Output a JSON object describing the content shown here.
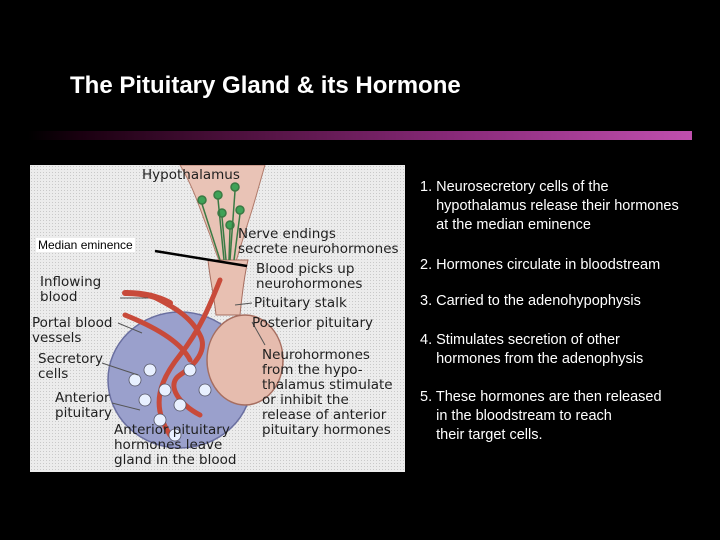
{
  "title": "The Pituitary Gland & its Hormone",
  "diagram": {
    "labels": {
      "hypothalamus": "Hypothalamus",
      "nerve_endings": "Nerve endings\nsecrete neurohormones",
      "blood_picks_up": "Blood picks up\nneurohormones",
      "inflowing_blood": "Inflowing\nblood",
      "pituitary_stalk": "Pituitary stalk",
      "portal_blood_vessels": "Portal blood\nvessels",
      "posterior_pituitary": "Posterior pituitary",
      "secretory_cells": "Secretory\ncells",
      "neurohormones_note": "Neurohormones\nfrom the hypo-\nthalamus stimulate\nor inhibit the\nrelease of anterior\npituitary hormones",
      "anterior_pituitary": "Anterior\npituitary",
      "anterior_hormones_leave": "Anterior pituitary\nhormones leave\ngland in the blood"
    },
    "median_eminence": "Median eminence"
  },
  "steps": [
    "1. Neurosecretory cells of the\n    hypothalamus release their hormones\n    at the median eminence",
    "2. Hormones circulate in bloodstream",
    "3. Carried to the adenohypophysis",
    "4. Stimulates secretion of other\n    hormones from the adenophysis",
    "5. These hormones are then released\n    in the bloodstream to reach\n    their target cells."
  ]
}
